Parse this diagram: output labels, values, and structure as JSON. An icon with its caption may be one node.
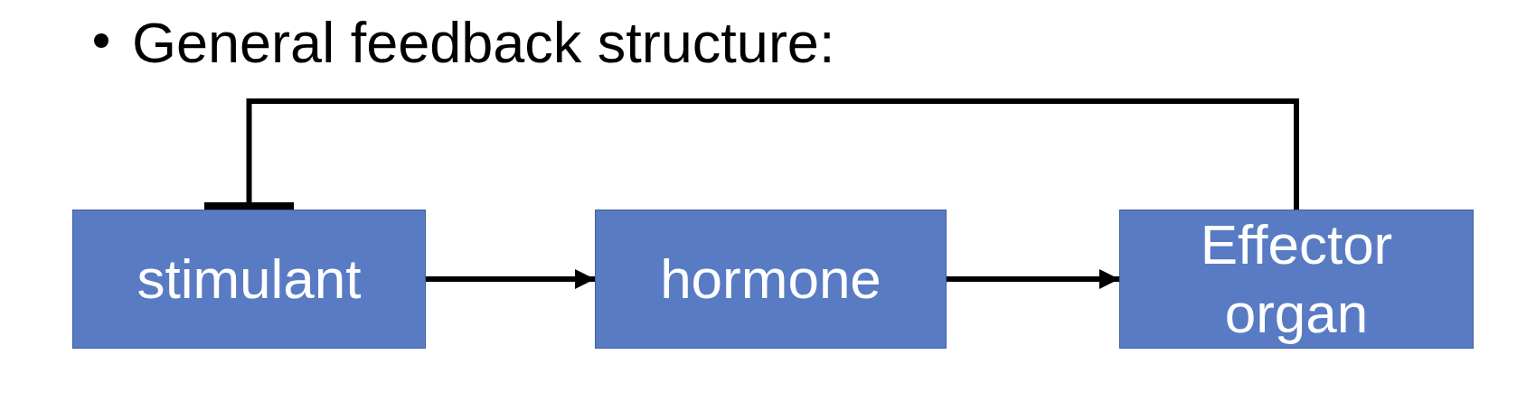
{
  "diagram": {
    "title": "General feedback structure:",
    "nodes": [
      {
        "text": [
          "stimulant"
        ]
      },
      {
        "text": [
          "hormone"
        ]
      },
      {
        "text": [
          "Effector organ"
        ]
      }
    ],
    "edges": [
      {
        "from": 0,
        "to": 1,
        "arrow": "to"
      },
      {
        "from": 1,
        "to": 2,
        "arrow": "to"
      },
      {
        "from": 2,
        "to": 0,
        "arrow": "other"
      }
    ]
  }
}
